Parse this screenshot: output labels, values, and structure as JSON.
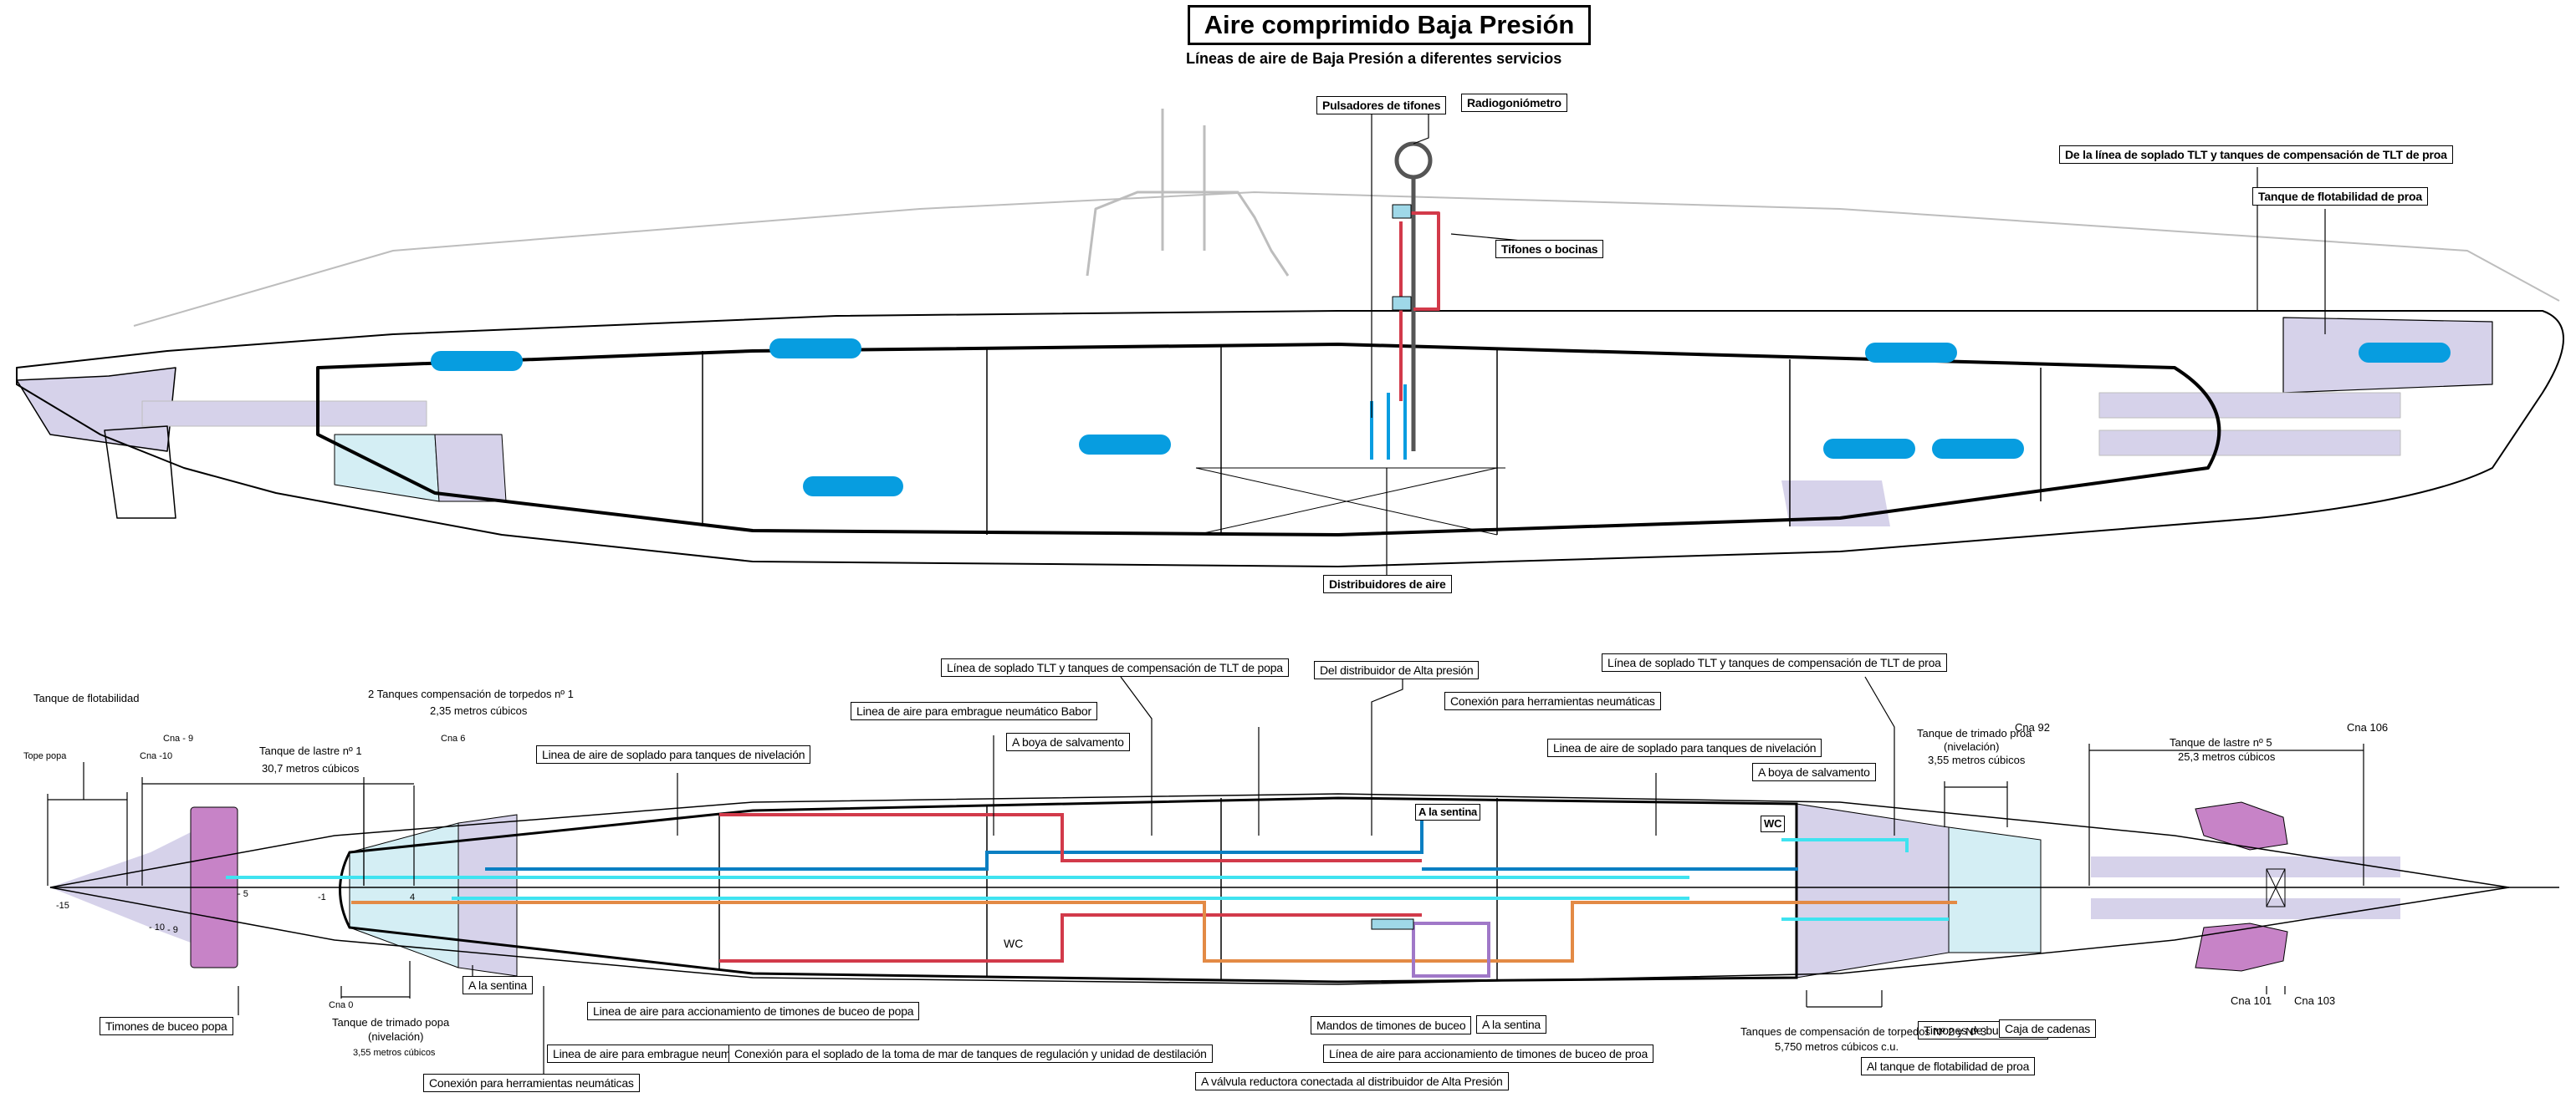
{
  "title": "Aire comprimido Baja Presión",
  "subtitle": "Líneas de aire de Baja Presión a diferentes servicios",
  "colors": {
    "air_line_light": "#3fe3f0",
    "air_line_blue": "#0a7fc2",
    "air_line_red": "#d23a4a",
    "air_line_orange": "#e38a45",
    "air_line_purple": "#a078c8",
    "ballast_tank_fill": "#d6d2ea",
    "trim_tank_fill": "#d4eef4",
    "air_bottle": "#079de0",
    "dive_plane": "#c783c7",
    "structure_line": "#000000",
    "background_detail": "#bdbdbd"
  },
  "side_view": {
    "labels": {
      "pulsadores": "Pulsadores de tifones",
      "radiogoniometro": "Radiogoniómetro",
      "tifones": "Tifones o bocinas",
      "distribuidores": "Distribuidores de aire",
      "soplado_proa": "De la línea de soplado TLT y tanques de compensación de TLT de proa",
      "flotabilidad_proa": "Tanque de flotabilidad de proa"
    }
  },
  "plan_view": {
    "labels": {
      "soplado_popa": "Línea de soplado TLT y tanques de compensación de TLT de popa",
      "del_distribuidor": "Del distribuidor de Alta presión",
      "soplado_proa": "Línea de soplado TLT y tanques de compensación de TLT de proa",
      "embrague_babor": "Linea de aire para embrague neumático Babor",
      "conexion_herramientas_top": "Conexión para herramientas neumáticas",
      "boya_1": "A boya de salvamento",
      "nivelacion_1": "Linea de aire de soplado para tanques de nivelación",
      "nivelacion_2": "Linea de aire de soplado para tanques de nivelación",
      "boya_2": "A boya de salvamento",
      "sentina_top": "A la sentina",
      "wc_1": "WC",
      "wc_2": "WC",
      "timones_popa": "Timones de buceo popa",
      "sentina_1": "A la sentina",
      "timones_popa_line": "Linea de aire para accionamiento de timones de buceo de popa",
      "embrague_estribor": "Linea de aire para embrague neumático Estribor",
      "conexion_soplado": "Conexión para el soplado de la toma de mar de tanques de regulación y unidad de destilación",
      "conexion_herramientas_bottom": "Conexión para herramientas neumáticas",
      "mandos": "Mandos de timones de buceo",
      "valvula": "A válvula reductora conectada al distribuidor de Alta Presión",
      "sentina_2": "A la sentina",
      "timones_proa_line": "Línea de aire para accionamiento de timones de buceo de proa",
      "al_tanque": "Al tanque de flotabilidad de proa",
      "timones_proa": "Timones de buceo proa",
      "caja": "Caja de cadenas"
    },
    "dimensions": {
      "tanque_flotabilidad": "Tanque de flotabilidad",
      "tope_popa": "Tope popa",
      "cna_m10": "Cna -10",
      "cna_m9": "Cna - 9",
      "lastre1_name": "Tanque de lastre nº 1",
      "lastre1_vol": "30,7 metros cúbicos",
      "cna6": "Cna 6",
      "comp1_name": "2 Tanques compensación de torpedos nº 1",
      "comp1_vol": "2,35 metros cúbicos",
      "cna0": "Cna 0",
      "trim_popa_name": "Tanque de trimado popa",
      "trim_popa_sub": "(nivelación)",
      "trim_popa_vol": "3,55 metros cúbicos",
      "trim_proa_name": "Tanque de trimado proa",
      "trim_proa_sub": "(nivelación)",
      "trim_proa_vol": "3,55 metros cúbicos",
      "cna92": "Cna 92",
      "cna106": "Cna 106",
      "lastre5_name": "Tanque de lastre nº 5",
      "lastre5_vol": "25,3 metros cúbicos",
      "comp23_name": "Tanques de compensación de torpedos Nº 2 y Nº 3",
      "comp23_vol": "5,750 metros cúbicos c.u.",
      "cna101": "Cna 101",
      "cna103": "Cna 103"
    },
    "frame_numbers": [
      "-15",
      "- 10",
      "- 9",
      "- 5",
      "-1",
      "4"
    ]
  }
}
